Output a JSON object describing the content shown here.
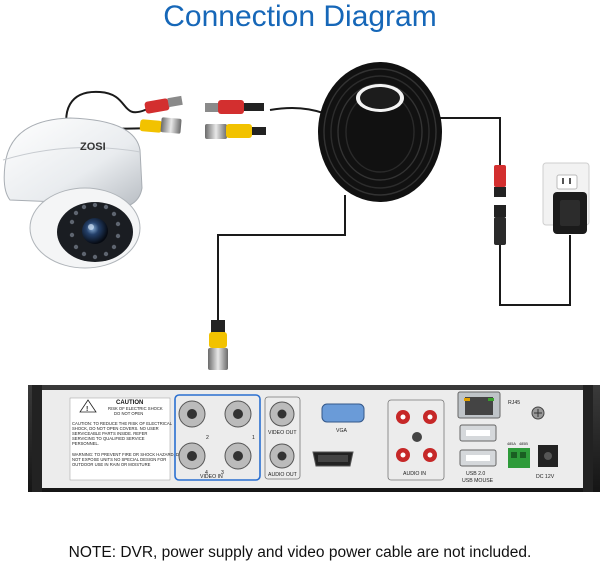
{
  "title": "Connection Diagram",
  "note": "NOTE: DVR, power supply and video power cable are not included.",
  "camera": {
    "brand": "ZOSI"
  },
  "dvr": {
    "caution_title": "CAUTION",
    "caution_sub1": "RISK OF ELECTRIC SHOCK",
    "caution_sub2": "DO NOT OPEN",
    "caution_text1": "CAUTION: TO REDUCE THE RISK OF ELECTRICAL",
    "caution_text2": "SHOCK, DO NOT OPEN COVERS. NO USER",
    "caution_text3": "SERVICEABLE PARTS INSIDE. REFER",
    "caution_text4": "SERVICING TO QUALIFIED SERVICE",
    "caution_text5": "PERSONNEL.",
    "warning_text1": "WARNING: TO PREVENT FIRE OR SHOCK HAZARD, DO",
    "warning_text2": "NOT EXPOSE UNITS NO SPECIAL DESIGN FOR",
    "warning_text3": "OUTDOOR USE IN RAIN OR MOISTURE",
    "video_in_label": "VIDEO IN",
    "port_1": "1",
    "port_2": "2",
    "port_3": "3",
    "port_4": "4",
    "video_out_label": "VIDEO OUT",
    "audio_out_label": "AUDIO OUT",
    "vga_label": "VGA",
    "audio_in_label": "AUDIO IN",
    "rj45_label": "RJ45",
    "usb_label": "USB 2.0",
    "usb_mouse_label": "USB MOUSE",
    "dc_label": "DC 12V",
    "rs485_a": "485A",
    "rs485_b": "485B"
  }
}
